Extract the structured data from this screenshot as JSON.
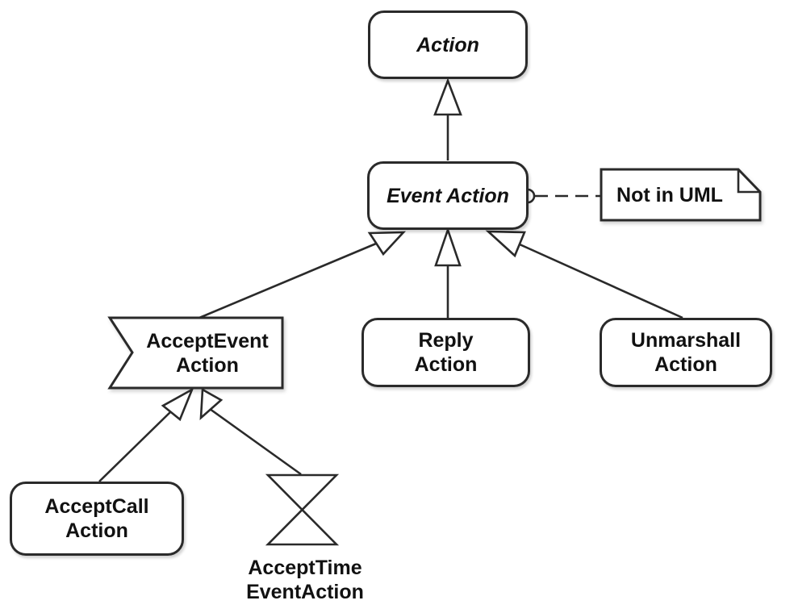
{
  "diagram": {
    "type": "uml-class-hierarchy",
    "colors": {
      "background": "#ffffff",
      "stroke": "#2a2a2a",
      "text": "#111111"
    },
    "nodes": {
      "action": {
        "label": "Action",
        "shape": "rounded-rect",
        "abstract": true
      },
      "event_action": {
        "label": "Event Action",
        "shape": "rounded-rect",
        "abstract": true
      },
      "accept_event_action": {
        "label": "AcceptEvent\nAction",
        "shape": "accept-event-flag",
        "abstract": false
      },
      "reply_action": {
        "label": "Reply\nAction",
        "shape": "rounded-rect",
        "abstract": false
      },
      "unmarshall_action": {
        "label": "Unmarshall\nAction",
        "shape": "rounded-rect",
        "abstract": false
      },
      "accept_call_action": {
        "label": "AcceptCall\nAction",
        "shape": "rounded-rect",
        "abstract": false
      },
      "accept_time_event_action": {
        "label": "AcceptTime\nEventAction",
        "shape": "hourglass",
        "abstract": false
      }
    },
    "note": {
      "text": "Not in UML",
      "shape": "uml-note"
    },
    "edges": [
      {
        "from": "Event Action",
        "to": "Action",
        "type": "generalization"
      },
      {
        "from": "AcceptEvent Action",
        "to": "Event Action",
        "type": "generalization"
      },
      {
        "from": "Reply Action",
        "to": "Event Action",
        "type": "generalization"
      },
      {
        "from": "Unmarshall Action",
        "to": "Event Action",
        "type": "generalization"
      },
      {
        "from": "AcceptCall Action",
        "to": "AcceptEvent Action",
        "type": "generalization"
      },
      {
        "from": "AcceptTime EventAction",
        "to": "AcceptEvent Action",
        "type": "generalization"
      },
      {
        "from": "Event Action",
        "to": "Not in UML",
        "type": "note-attachment"
      }
    ]
  }
}
